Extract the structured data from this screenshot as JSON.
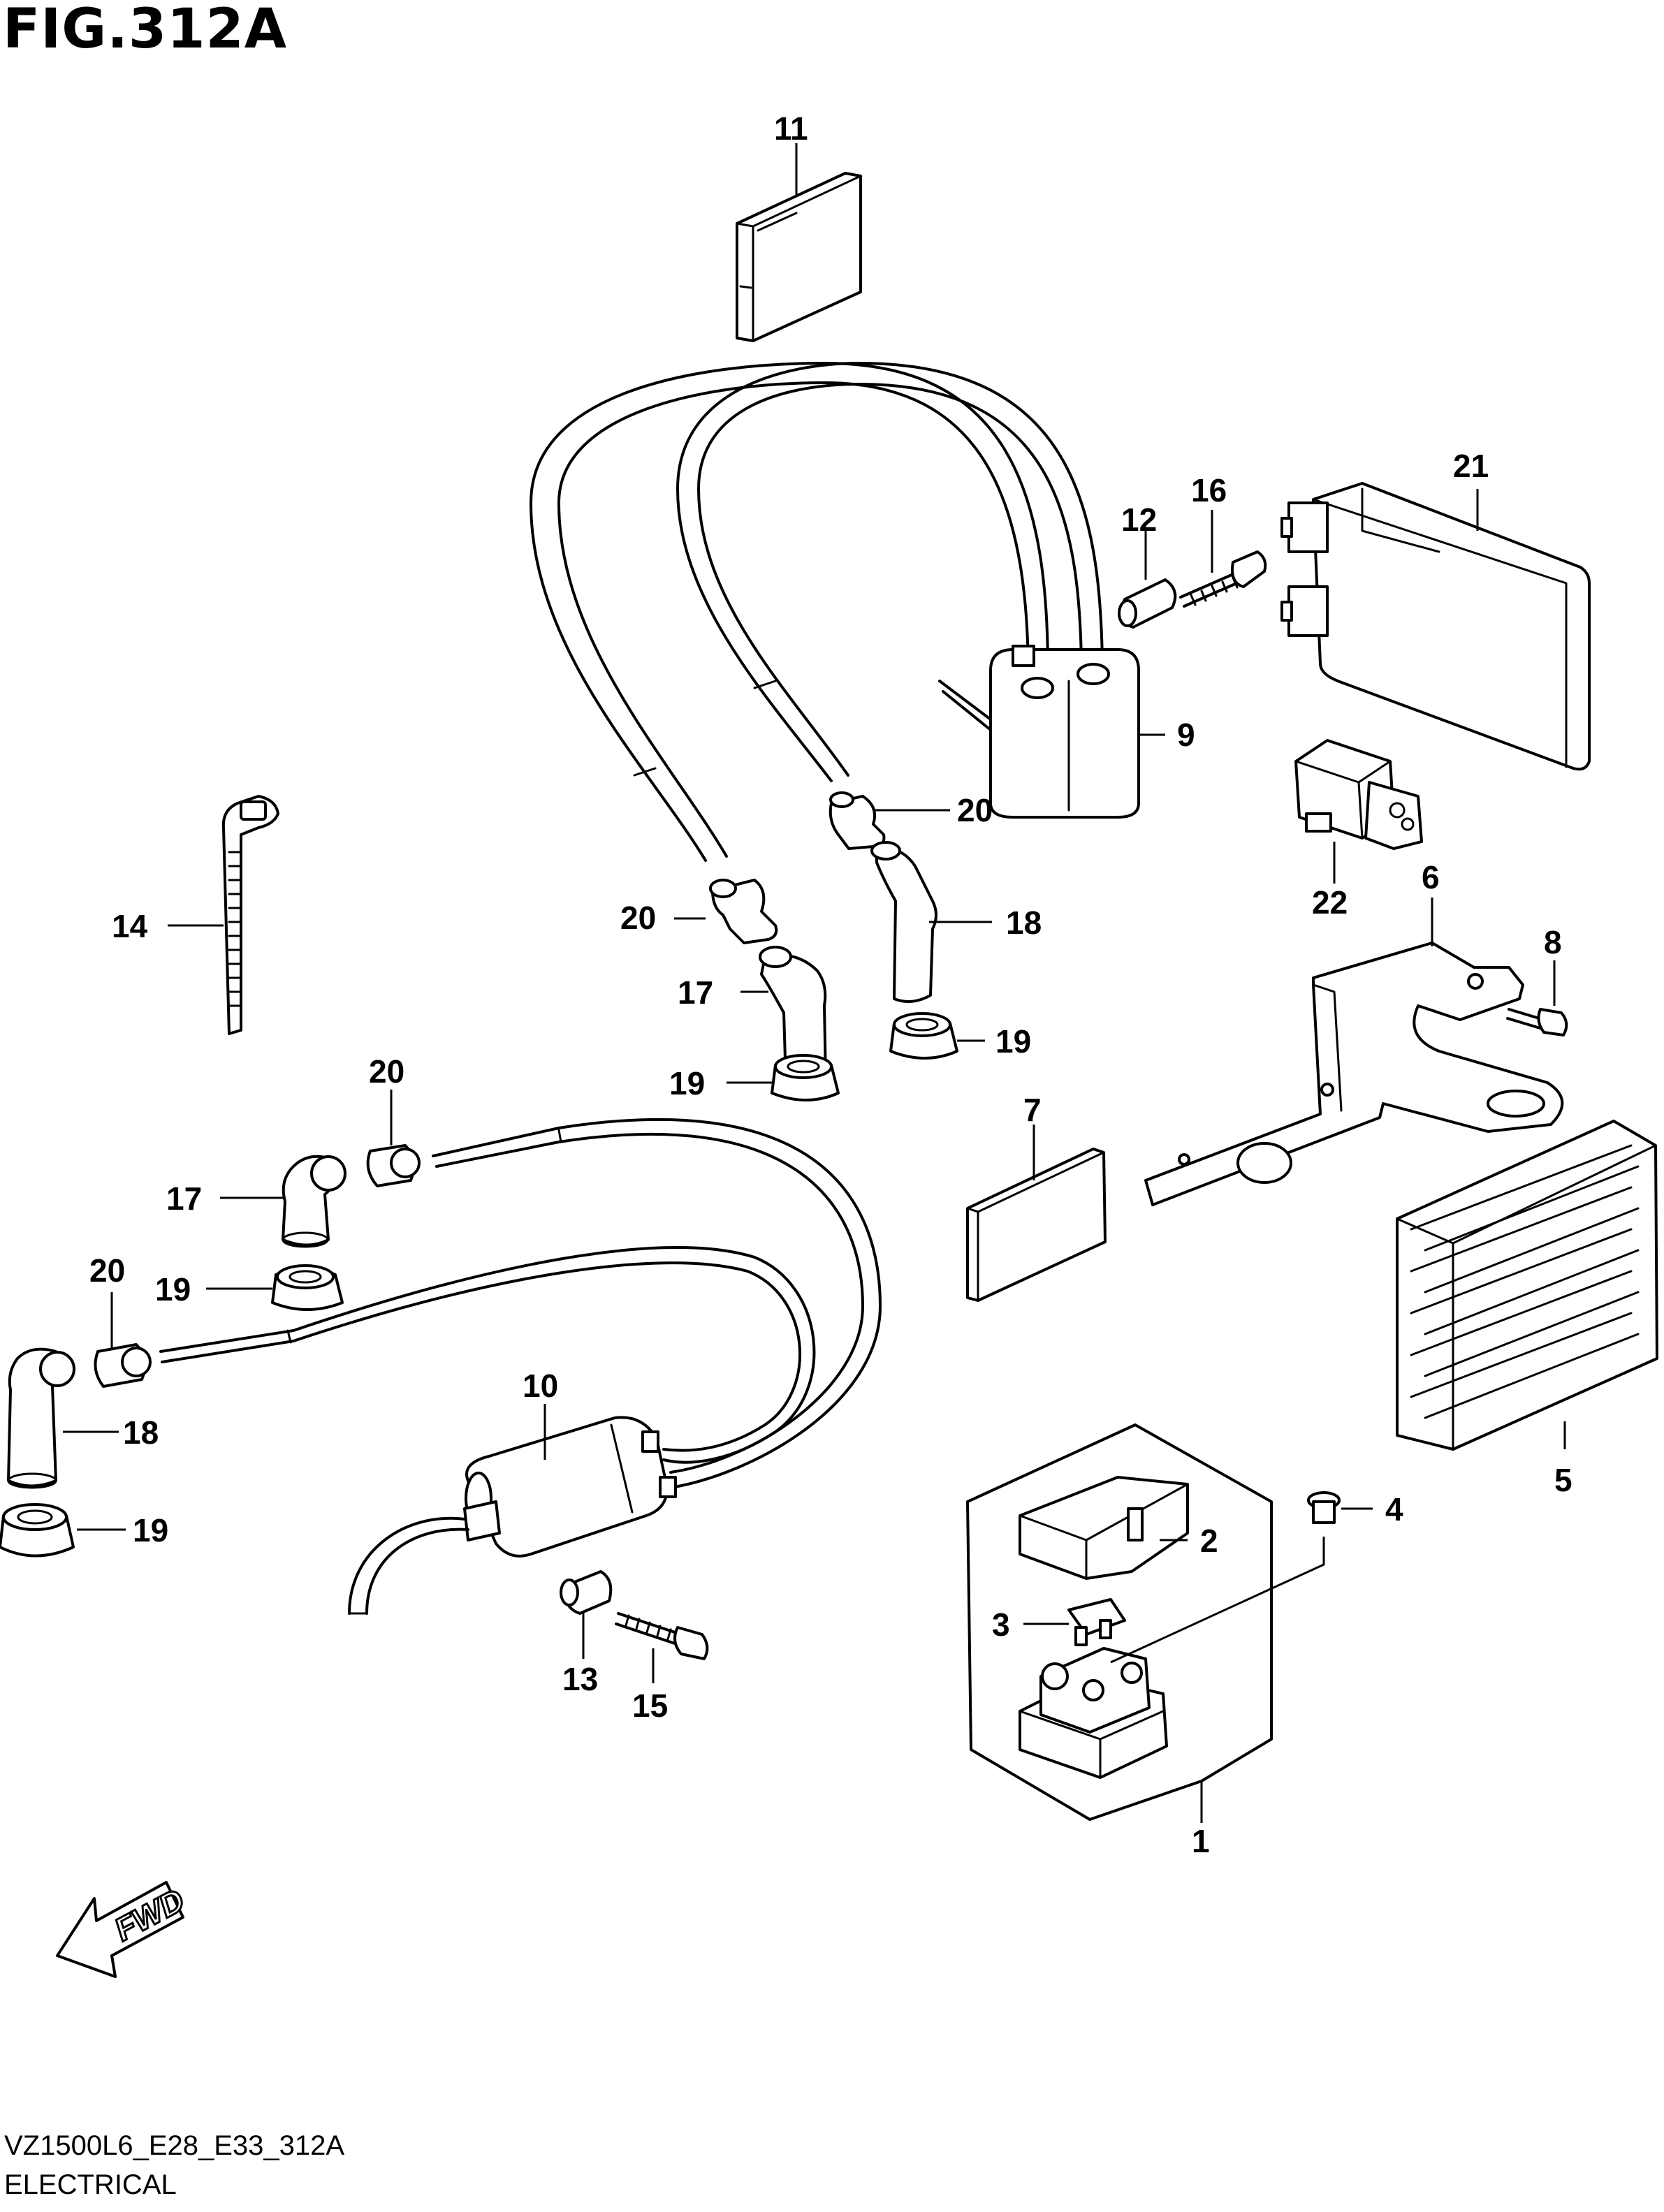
{
  "figure": {
    "title": "FIG.312A",
    "code": "VZ1500L6_E28_E33_312A",
    "section": "ELECTRICAL"
  },
  "fwd_arrow": {
    "label": "FWD"
  },
  "callouts": [
    "1",
    "2",
    "3",
    "4",
    "5",
    "6",
    "7",
    "8",
    "9",
    "10",
    "11",
    "12",
    "13",
    "14",
    "15",
    "16",
    "17",
    "17",
    "18",
    "18",
    "19",
    "19",
    "19",
    "19",
    "20",
    "20",
    "20",
    "20",
    "21",
    "22"
  ],
  "parts": [
    {
      "no": "1",
      "icon": "starter-relay-assembly-icon"
    },
    {
      "no": "2",
      "icon": "relay-cover-icon"
    },
    {
      "no": "3",
      "icon": "fuse-icon"
    },
    {
      "no": "4",
      "icon": "screw-icon"
    },
    {
      "no": "5",
      "icon": "regulator-rectifier-icon"
    },
    {
      "no": "6",
      "icon": "bracket-icon"
    },
    {
      "no": "7",
      "icon": "cushion-pad-icon"
    },
    {
      "no": "8",
      "icon": "bolt-icon"
    },
    {
      "no": "9",
      "icon": "ignition-coil-front-icon"
    },
    {
      "no": "10",
      "icon": "ignition-coil-rear-icon"
    },
    {
      "no": "11",
      "icon": "cushion-pad-icon"
    },
    {
      "no": "12",
      "icon": "spacer-icon"
    },
    {
      "no": "13",
      "icon": "spacer-icon"
    },
    {
      "no": "14",
      "icon": "clamp-tie-icon"
    },
    {
      "no": "15",
      "icon": "bolt-icon"
    },
    {
      "no": "16",
      "icon": "bolt-icon"
    },
    {
      "no": "17",
      "icon": "plug-cap-icon"
    },
    {
      "no": "18",
      "icon": "plug-cap-icon"
    },
    {
      "no": "19",
      "icon": "cap-seal-icon"
    },
    {
      "no": "20",
      "icon": "cord-cap-icon"
    },
    {
      "no": "21",
      "icon": "ecm-unit-icon"
    },
    {
      "no": "22",
      "icon": "relay-icon"
    }
  ]
}
